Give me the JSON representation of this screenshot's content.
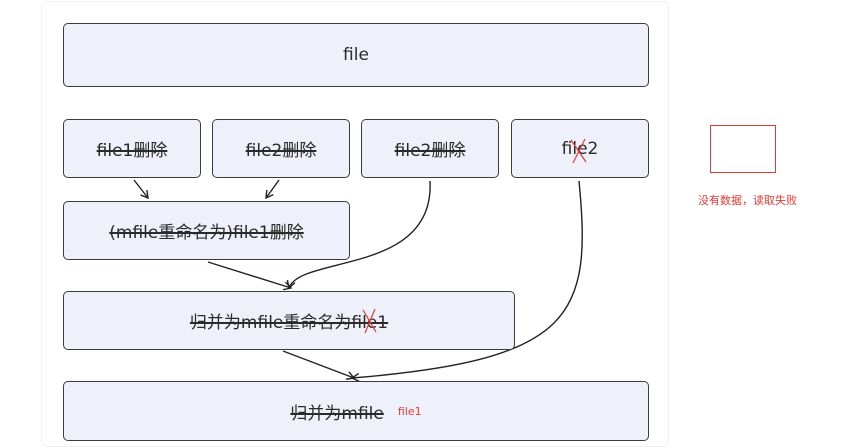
{
  "boxes": {
    "top": "file",
    "file1_delete": "file1删除",
    "file2_delete_a": "file2删除",
    "file2_delete_b": "file2删除",
    "file2": "file2",
    "rename_delete": "(mfile重命名为)file1删除",
    "merge_rename": "归并为mfile重命名为file1",
    "merge": "归并为mfile",
    "merge_annotation": "file1"
  },
  "note": {
    "text": "没有数据，读取失败"
  },
  "colors": {
    "box_fill": "#eef1fa",
    "box_border": "#3b3b3b",
    "annotation_red": "#e53935"
  }
}
